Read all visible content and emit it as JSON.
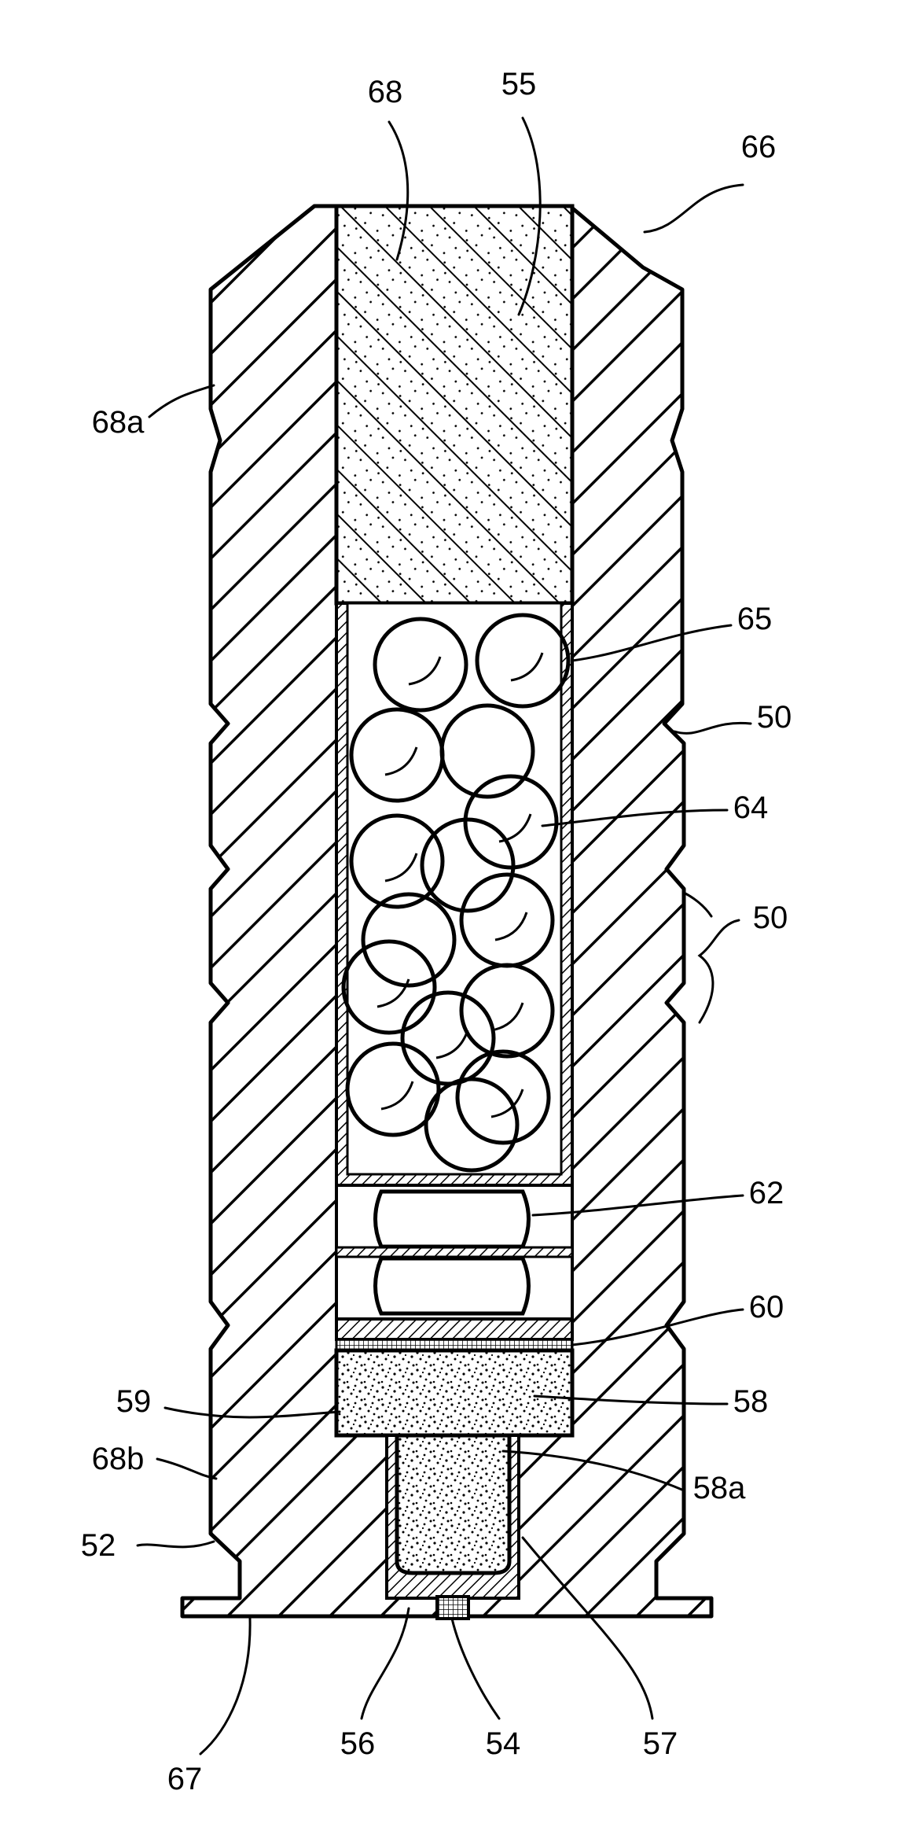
{
  "labels": {
    "l68": "68",
    "l55": "55",
    "l66": "66",
    "l68a": "68a",
    "l65": "65",
    "l50a": "50",
    "l64": "64",
    "l50b": "50",
    "l62": "62",
    "l60": "60",
    "l59": "59",
    "l58": "58",
    "l68b": "68b",
    "l58a": "58a",
    "l52": "52",
    "l56": "56",
    "l54": "54",
    "l57": "57",
    "l67": "67"
  }
}
